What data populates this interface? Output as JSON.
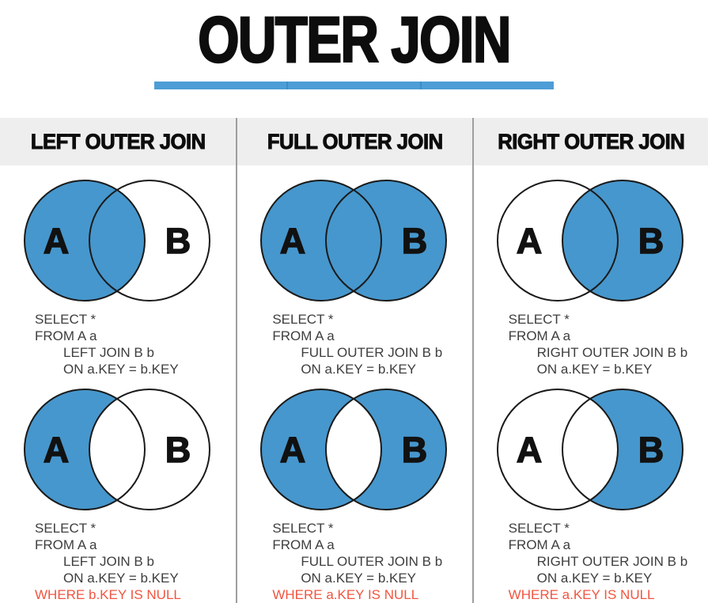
{
  "title": "OUTER JOIN",
  "colors": {
    "venn_blue": "#4697cd",
    "bar_blue": "#4d9dd6",
    "bar_divider": "#3d8dc5",
    "red": "#f05540",
    "sql_text": "#3e3e3e",
    "header_text": "#0d0d0d",
    "band": "#eeeeee",
    "divider": "#9e9e9e",
    "circle_stroke": "#1a1a1a"
  },
  "columns": [
    {
      "header": "LEFT OUTER JOIN",
      "diagrams": [
        {
          "label_a": "A",
          "label_b": "B",
          "venn": {
            "a": "#4697cd",
            "b": "#ffffff",
            "i": "#4697cd"
          },
          "sql": [
            "SELECT *",
            "FROM A a",
            "LEFT JOIN B b",
            "ON a.KEY = b.KEY"
          ]
        },
        {
          "label_a": "A",
          "label_b": "B",
          "venn": {
            "a": "#4697cd",
            "b": "#ffffff",
            "i": "#ffffff"
          },
          "sql": [
            "SELECT *",
            "FROM A a",
            "LEFT JOIN B b",
            "ON a.KEY = b.KEY",
            "WHERE b.KEY IS NULL"
          ]
        }
      ]
    },
    {
      "header": "FULL OUTER JOIN",
      "diagrams": [
        {
          "label_a": "A",
          "label_b": "B",
          "venn": {
            "a": "#4697cd",
            "b": "#4697cd",
            "i": "#4697cd"
          },
          "sql": [
            "SELECT *",
            "FROM A a",
            "FULL OUTER JOIN B b",
            "ON a.KEY = b.KEY"
          ]
        },
        {
          "label_a": "A",
          "label_b": "B",
          "venn": {
            "a": "#4697cd",
            "b": "#4697cd",
            "i": "#ffffff"
          },
          "sql": [
            "SELECT *",
            "FROM A a",
            "FULL OUTER JOIN B b",
            "ON a.KEY = b.KEY",
            "WHERE a.KEY IS NULL"
          ]
        }
      ]
    },
    {
      "header": "RIGHT OUTER JOIN",
      "diagrams": [
        {
          "label_a": "A",
          "label_b": "B",
          "venn": {
            "a": "#ffffff",
            "b": "#4697cd",
            "i": "#4697cd"
          },
          "sql": [
            "SELECT *",
            "FROM A a",
            "RIGHT OUTER JOIN B b",
            "ON a.KEY = b.KEY"
          ]
        },
        {
          "label_a": "A",
          "label_b": "B",
          "venn": {
            "a": "#ffffff",
            "b": "#4697cd",
            "i": "#ffffff"
          },
          "sql": [
            "SELECT *",
            "FROM A a",
            "RIGHT OUTER JOIN B b",
            "ON a.KEY = b.KEY",
            "WHERE a.KEY IS NULL"
          ]
        }
      ]
    }
  ]
}
